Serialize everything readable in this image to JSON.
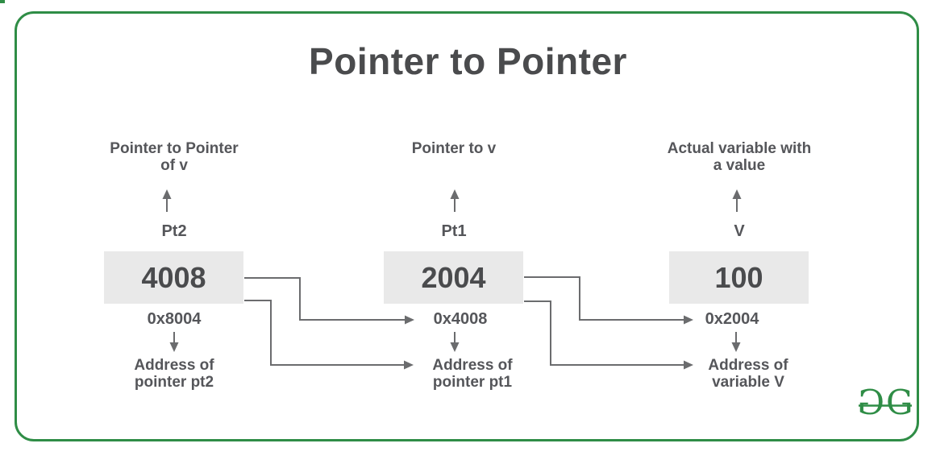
{
  "title": "Pointer to Pointer",
  "columns": [
    {
      "id": "pt2",
      "top_label_line1": "Pointer to Pointer",
      "top_label_line2": "of v",
      "name": "Pt2",
      "value": "4008",
      "address": "0x8004",
      "bottom_label_line1": "Address of",
      "bottom_label_line2": "pointer pt2"
    },
    {
      "id": "pt1",
      "top_label_line1": "Pointer to v",
      "top_label_line2": "",
      "name": "Pt1",
      "value": "2004",
      "address": "0x4008",
      "bottom_label_line1": "Address of",
      "bottom_label_line2": "pointer pt1"
    },
    {
      "id": "v",
      "top_label_line1": "Actual variable with",
      "top_label_line2": "a value",
      "name": "V",
      "value": "100",
      "address": "0x2004",
      "bottom_label_line1": "Address of",
      "bottom_label_line2": "variable V"
    }
  ],
  "connections": [
    {
      "from": "Pt2 value 4008",
      "to": "0x4008 address label of pointer pt1"
    },
    {
      "from": "Pt2 value 4008",
      "to": "Address of pointer pt1"
    },
    {
      "from": "Pt1 value 2004",
      "to": "0x2004 address label of variable V"
    },
    {
      "from": "Pt1 value 2004",
      "to": "Address of variable V"
    }
  ],
  "logo": {
    "left_glyph": "G",
    "right_glyph": "G",
    "brand": "GeeksforGeeks"
  },
  "colors": {
    "accent_green": "#2f8d46",
    "box_fill": "#e9e9e9",
    "text_gray": "#55565a",
    "title_gray": "#4a4b4d",
    "line_gray": "#6b6c6e"
  }
}
